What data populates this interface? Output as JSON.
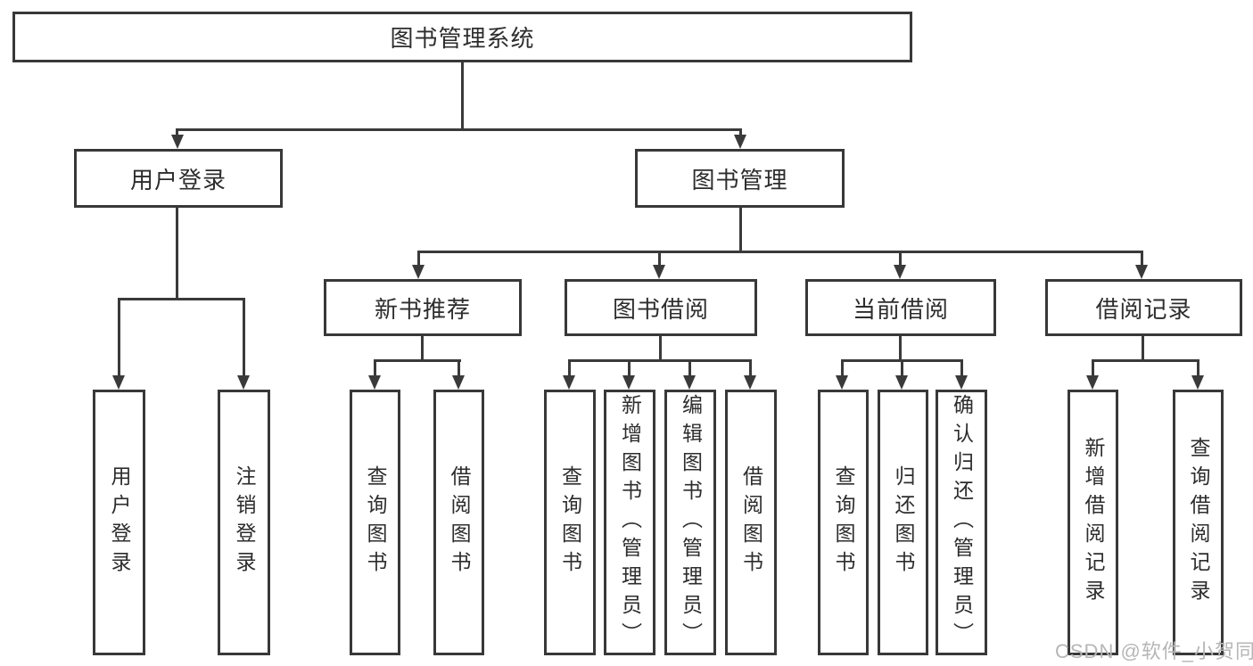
{
  "diagram": {
    "title": "图书管理系统",
    "root": {
      "label": "图书管理系统"
    },
    "level2": [
      {
        "label": "用户登录"
      },
      {
        "label": "图书管理"
      }
    ],
    "level3": [
      {
        "label": "新书推荐"
      },
      {
        "label": "图书借阅"
      },
      {
        "label": "当前借阅"
      },
      {
        "label": "借阅记录"
      }
    ],
    "leaves": {
      "user_login": [
        "用户登录",
        "注销登录"
      ],
      "new_book_recommend": [
        "查询图书",
        "借阅图书"
      ],
      "book_borrow": [
        "查询图书",
        "新增图书（管理员）",
        "编辑图书（管理员）",
        "借阅图书"
      ],
      "current_borrow": [
        "查询图书",
        "归还图书",
        "确认归还（管理员）"
      ],
      "borrow_records": [
        "新增借阅记录",
        "查询借阅记录"
      ]
    }
  },
  "watermark": "CSDN @软件_小贺同学",
  "colors": {
    "line": "#3a3a3a",
    "box_border": "#383838",
    "text": "#2d2d2d",
    "watermark": "#b6b6b6",
    "background": "#ffffff"
  }
}
